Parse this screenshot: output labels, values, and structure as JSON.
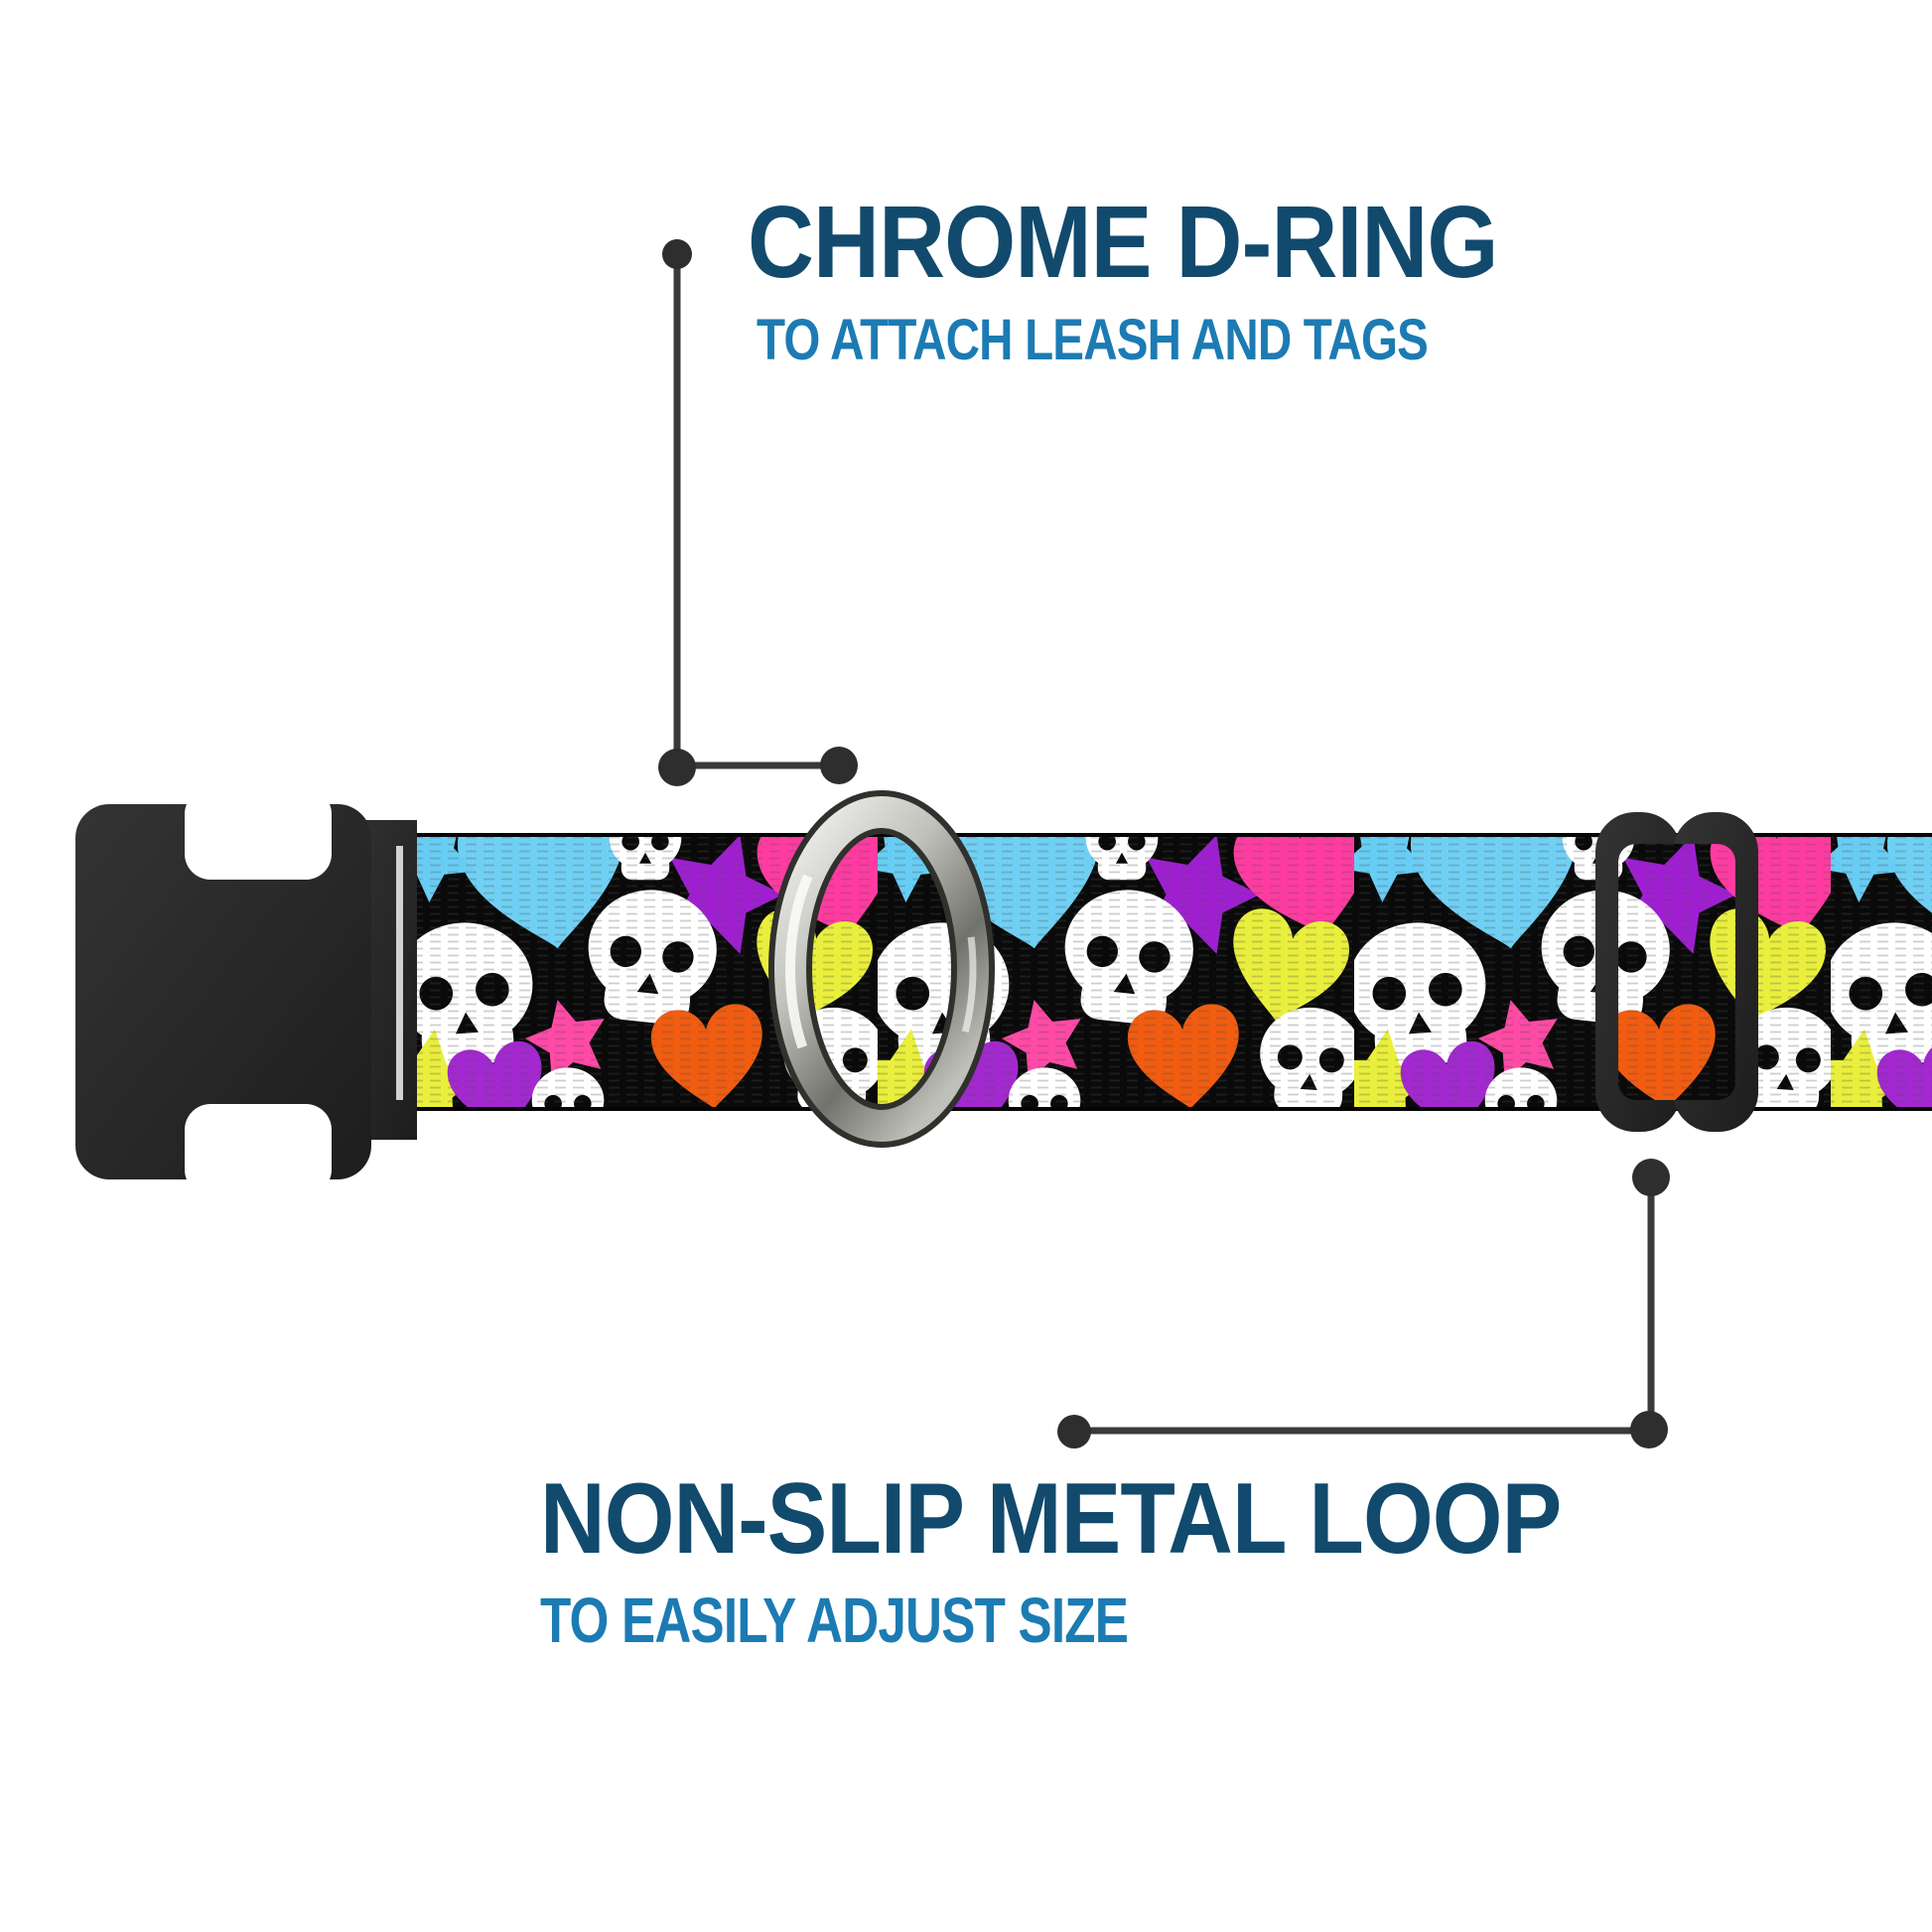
{
  "image_type": "product-feature-callout",
  "background": "#ffffff",
  "callouts": {
    "dring": {
      "title": "CHROME D-RING",
      "subtitle": "TO ATTACH LEASH AND TAGS"
    },
    "loop": {
      "title": "NON-SLIP METAL LOOP",
      "subtitle": "TO EASILY ADJUST SIZE"
    }
  },
  "parts": {
    "buckle": "black-side-release-buckle",
    "dring": "chrome-d-ring",
    "slider": "black-tri-glide-slider",
    "webbing": "skulls-hearts-stars-webbing"
  },
  "colors": {
    "title": "#114a6d",
    "subtitle": "#1c7bb3",
    "leader-line": "#3a3a3a",
    "leader-dot": "#2e2e2e",
    "buckle": "#1d1d1d",
    "buckle-hi": "#343434",
    "chrome-light": "#f5f5f2",
    "chrome-mid": "#c0c0ba",
    "chrome-dark": "#72726c",
    "ring-edge": "#30302c",
    "pattern-bg": "#0a0a0a",
    "pattern-skull": "#ffffff",
    "pattern-heart-blue": "#70d0f4",
    "pattern-heart-pink": "#ff3ba1",
    "pattern-heart-yellow": "#e9ef3c",
    "pattern-heart-orange": "#f15c10",
    "pattern-heart-purple": "#a328d0",
    "pattern-star-purple": "#a01ed2",
    "pattern-star-pink": "#ff4aa6",
    "pattern-star-blue": "#68cdf4",
    "pattern-star-yellow": "#e9ef3c",
    "pattern-star-orange": "#f57d18"
  }
}
